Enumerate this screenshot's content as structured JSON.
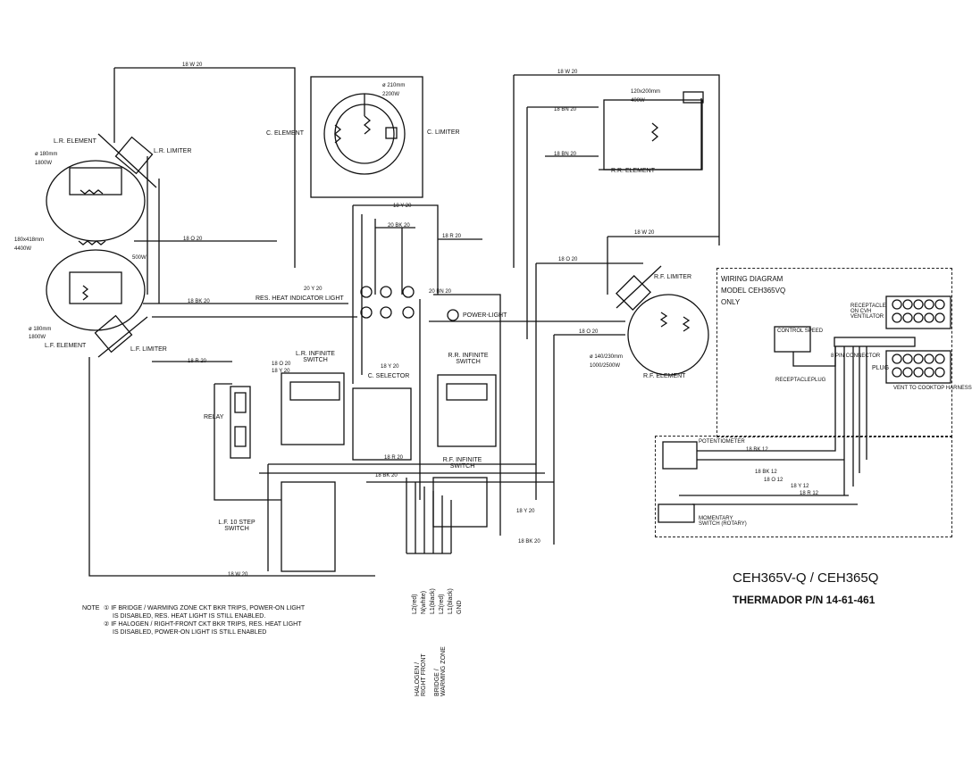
{
  "title": "CEH365V-Q / CEH365Q",
  "part_number": "THERMADOR P/N 14-61-461",
  "inset": {
    "header": [
      "WIRING DIAGRAM",
      "MODEL CEH365VQ",
      "ONLY"
    ],
    "control_speed": "CONTROL SPEED",
    "receptacle_ventilator": "RECEPTACLE ON CVH VENTILATOR",
    "connector": "8 PIN CONNECTOR",
    "receptacle": "RECEPTACLE",
    "plug_small": "PLUG",
    "plug": "PLUG",
    "vent_to_cooktop": "VENT TO COOKTOP HARNESS",
    "potentiometer": "POTENTIOMETER",
    "momentary_switch": "MOMENTARY SWITCH (ROTARY)",
    "wires": [
      "18 BK 12",
      "18 BK 12",
      "18 O 12",
      "18 Y 12",
      "18 R 12"
    ]
  },
  "components": {
    "lr_element": "L.R. ELEMENT",
    "lr_element_spec": [
      "ø 180mm",
      "1800W"
    ],
    "lr_limiter": "L.R. LIMITER",
    "rear_element_spec": [
      "180x418mm",
      "4400W"
    ],
    "element_500": "500W",
    "lf_element": "L.F. ELEMENT",
    "lf_element_spec": [
      "ø 180mm",
      "1800W"
    ],
    "lf_limiter": "L.F. LIMITER",
    "c_element": "C. ELEMENT",
    "c_element_spec": [
      "ø 210mm",
      "2200W"
    ],
    "c_limiter": "C. LIMITER",
    "rr_element": "R.R. ELEMENT",
    "rr_element_spec": [
      "120x200mm",
      "400W"
    ],
    "rf_limiter": "R.F. LIMITER",
    "rf_element": "R.F. ELEMENT",
    "rf_element_spec": [
      "ø 140/230mm",
      "1000/2500W"
    ],
    "res_heat_light": "RES. HEAT INDICATOR LIGHT",
    "power_light": "POWER-LIGHT",
    "lr_switch": "L.R. INFINITE SWITCH",
    "rr_switch": "R.R. INFINITE SWITCH",
    "c_selector": "C. SELECTOR",
    "rf_switch": "R.F. INFINITE SWITCH",
    "relay": "RELAY",
    "lf_switch": "L.F. 10 STEP SWITCH"
  },
  "wire_labels": [
    "18 W 20",
    "18 W 20",
    "18 BN 20",
    "18 BN 20",
    "18 BK 20",
    "18 O 20",
    "18 Y 20",
    "18 R 20",
    "20 BK 20",
    "20 Y 20",
    "20 BN 20",
    "18 R 20",
    "18 O 20",
    "18 Y 20",
    "18 W 20",
    "18 O 20",
    "18 Y 20",
    "18 BK 20",
    "18 R 20",
    "18 W 20",
    "18 Y 20",
    "18 BK 20",
    "18 O 20"
  ],
  "harness_wires": [
    "L2(red)",
    "N(white)",
    "L1(black)",
    "L2(red)",
    "L1(black)",
    "GND"
  ],
  "harness_groups": [
    "HALOGEN / RIGHT FRONT",
    "BRIDGE / WARMING ZONE"
  ],
  "notes": {
    "label": "NOTE",
    "items": [
      "① IF BRIDGE / WARMING ZONE CKT BKR TRIPS, POWER-ON LIGHT",
      "IS DISABLED, RES. HEAT LIGHT IS STILL ENABLED.",
      "② IF HALOGEN / RIGHT-FRONT CKT BKR TRIPS, RES. HEAT LIGHT",
      "IS DISABLED, POWER-ON LIGHT IS STILL ENABLED"
    ]
  }
}
